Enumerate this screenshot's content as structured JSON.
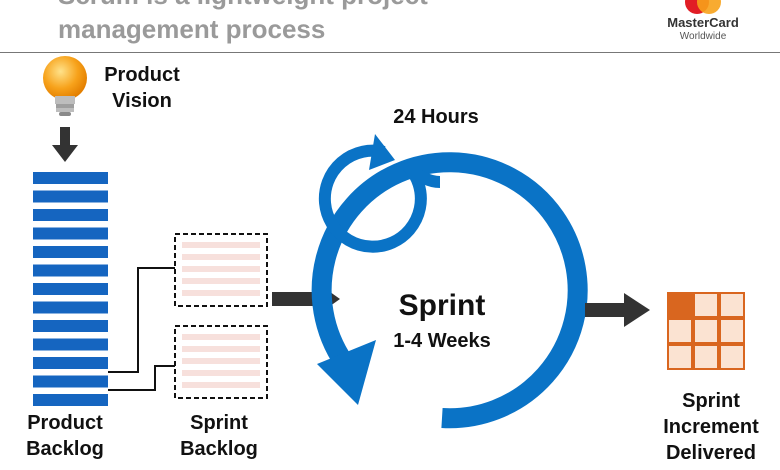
{
  "header": {
    "title_line1": "Scrum is a lightweight project",
    "title_line2": "management process",
    "brand_name": "MasterCard",
    "brand_sub": "Worldwide"
  },
  "diagram": {
    "product_vision": "Product\nVision",
    "daily_cycle": "24 Hours",
    "sprint": "Sprint",
    "sprint_duration": "1-4 Weeks",
    "product_backlog": "Product\nBacklog",
    "sprint_backlog": "Sprint\nBacklog",
    "sprint_increment": "Sprint\nIncrement\nDelivered"
  },
  "colors": {
    "cycle_blue": "#0a73c6",
    "backlog_blue": "#1565c0",
    "arrow_dark": "#333333",
    "increment_orange": "#d9661f",
    "increment_light": "#fbe3d2",
    "sprint_row_pink": "#f7e0dc",
    "bulb_yellow": "#f7a21b"
  },
  "icons": [
    "lightbulb-icon",
    "mastercard-logo-icon",
    "cycle-arrow-icon"
  ]
}
